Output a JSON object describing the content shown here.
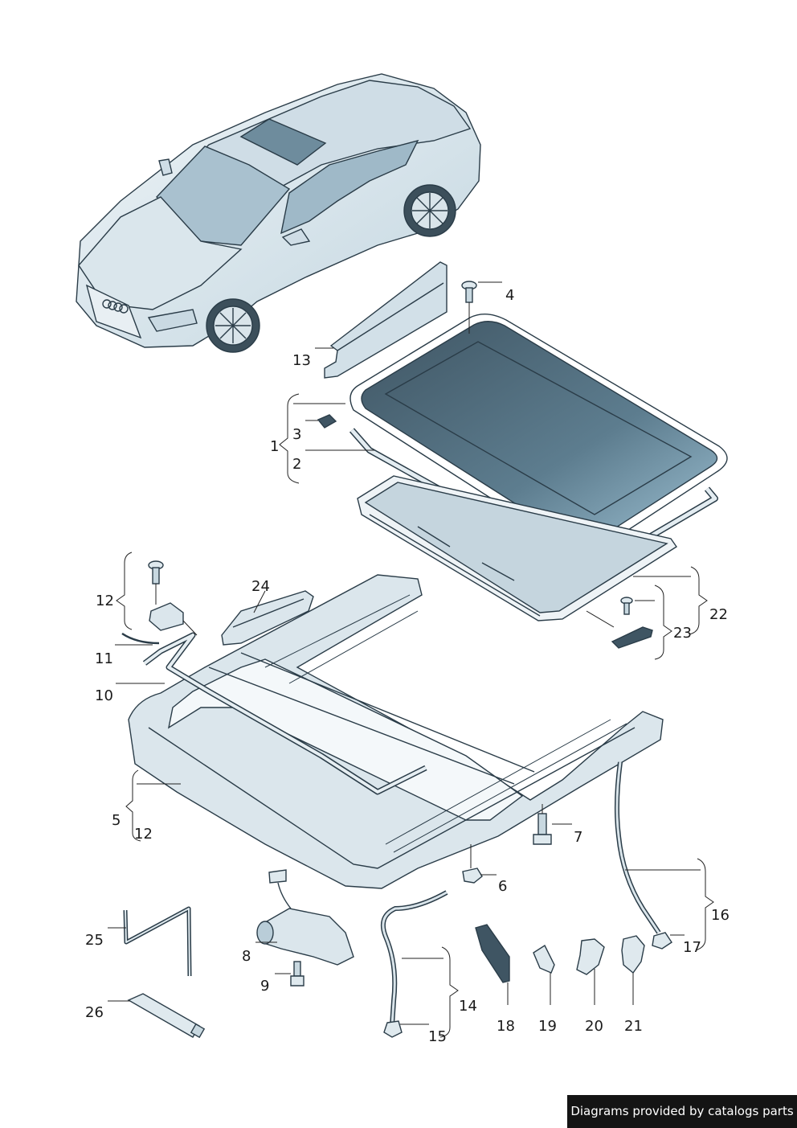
{
  "labels": {
    "c1": "1",
    "c2": "2",
    "c3": "3",
    "c4": "4",
    "c5": "5",
    "c6": "6",
    "c7": "7",
    "c8": "8",
    "c9": "9",
    "c10": "10",
    "c11": "11",
    "c12a": "12",
    "c12b": "12",
    "c13": "13",
    "c14": "14",
    "c15": "15",
    "c16": "16",
    "c17": "17",
    "c18": "18",
    "c19": "19",
    "c20": "20",
    "c21": "21",
    "c22": "22",
    "c23": "23",
    "c24": "24",
    "c25": "25",
    "c26": "26"
  },
  "credit": "Diagrams provided by catalogs parts",
  "colors": {
    "body_fill": "#dfe9ee",
    "body_shade": "#b9cdd8",
    "glass": "#4f6b7b",
    "glass_light": "#8fb0c2",
    "frame_fill": "#d6e3ea",
    "outline": "#2a3c48"
  }
}
